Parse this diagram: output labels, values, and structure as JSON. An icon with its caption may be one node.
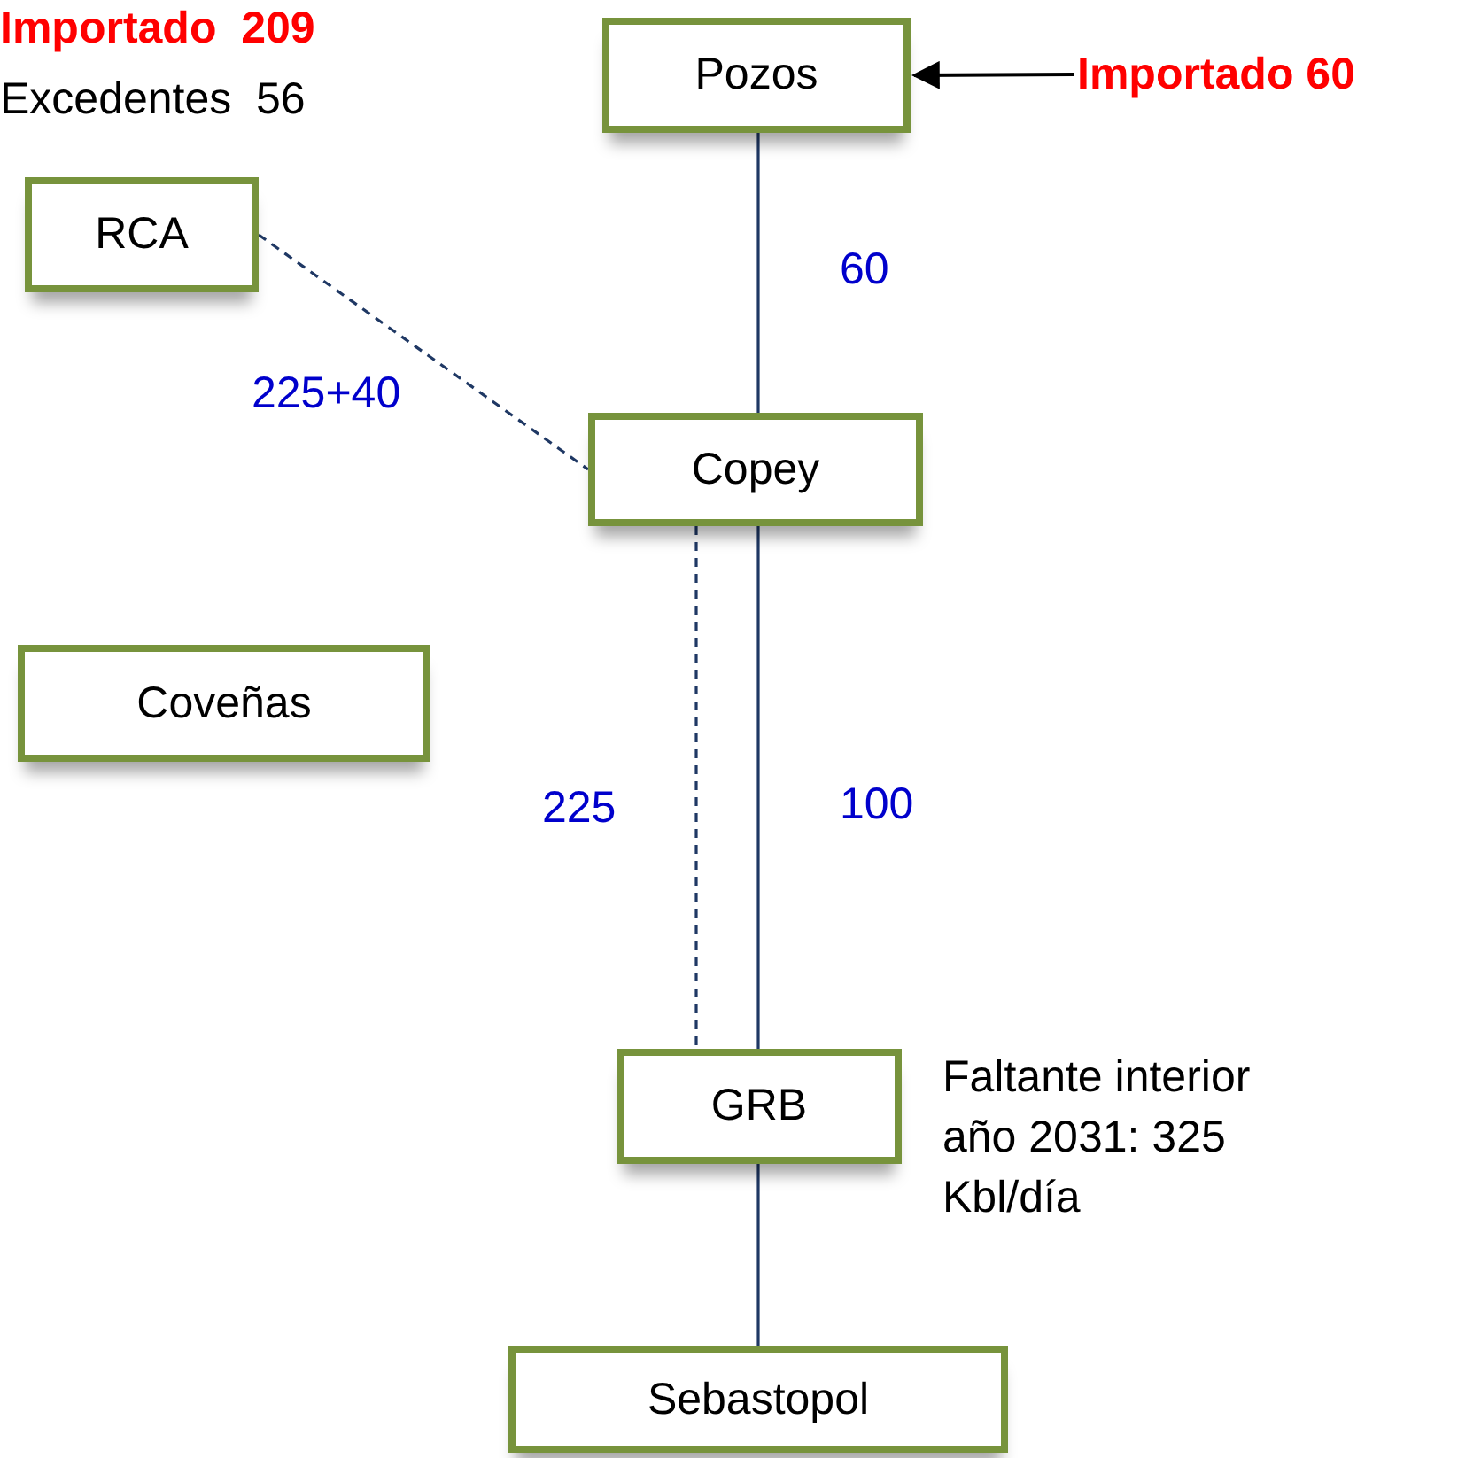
{
  "diagram": {
    "nodes": [
      {
        "text": [
          "Pozos"
        ]
      },
      {
        "text": [
          "Importado 60"
        ]
      },
      {
        "text": [
          "RCA"
        ]
      },
      {
        "text": [
          "Copey"
        ]
      },
      {
        "text": [
          "Coveñas"
        ]
      },
      {
        "text": [
          "GRB"
        ],
        "beside": [
          "Faltante interior año 2031: 325 Kbl/día"
        ]
      },
      {
        "text": [
          "Sebastopol"
        ]
      }
    ],
    "edges": [
      {
        "from": 1,
        "to": 0,
        "arrow": "to",
        "color": "#000000"
      },
      {
        "from": 0,
        "to": 3,
        "arrow": "none",
        "label": "60"
      },
      {
        "from": 2,
        "to": 3,
        "arrow": "none",
        "label": "225+40",
        "style": "dashed"
      },
      {
        "from": 3,
        "to": 5,
        "arrow": "none",
        "label": "225",
        "style": "dashed"
      },
      {
        "from": 3,
        "to": 5,
        "arrow": "none",
        "label": "100"
      },
      {
        "from": 5,
        "to": 6,
        "arrow": "none"
      }
    ],
    "labels": [
      "Importado  209",
      "Excedentes  56"
    ]
  }
}
